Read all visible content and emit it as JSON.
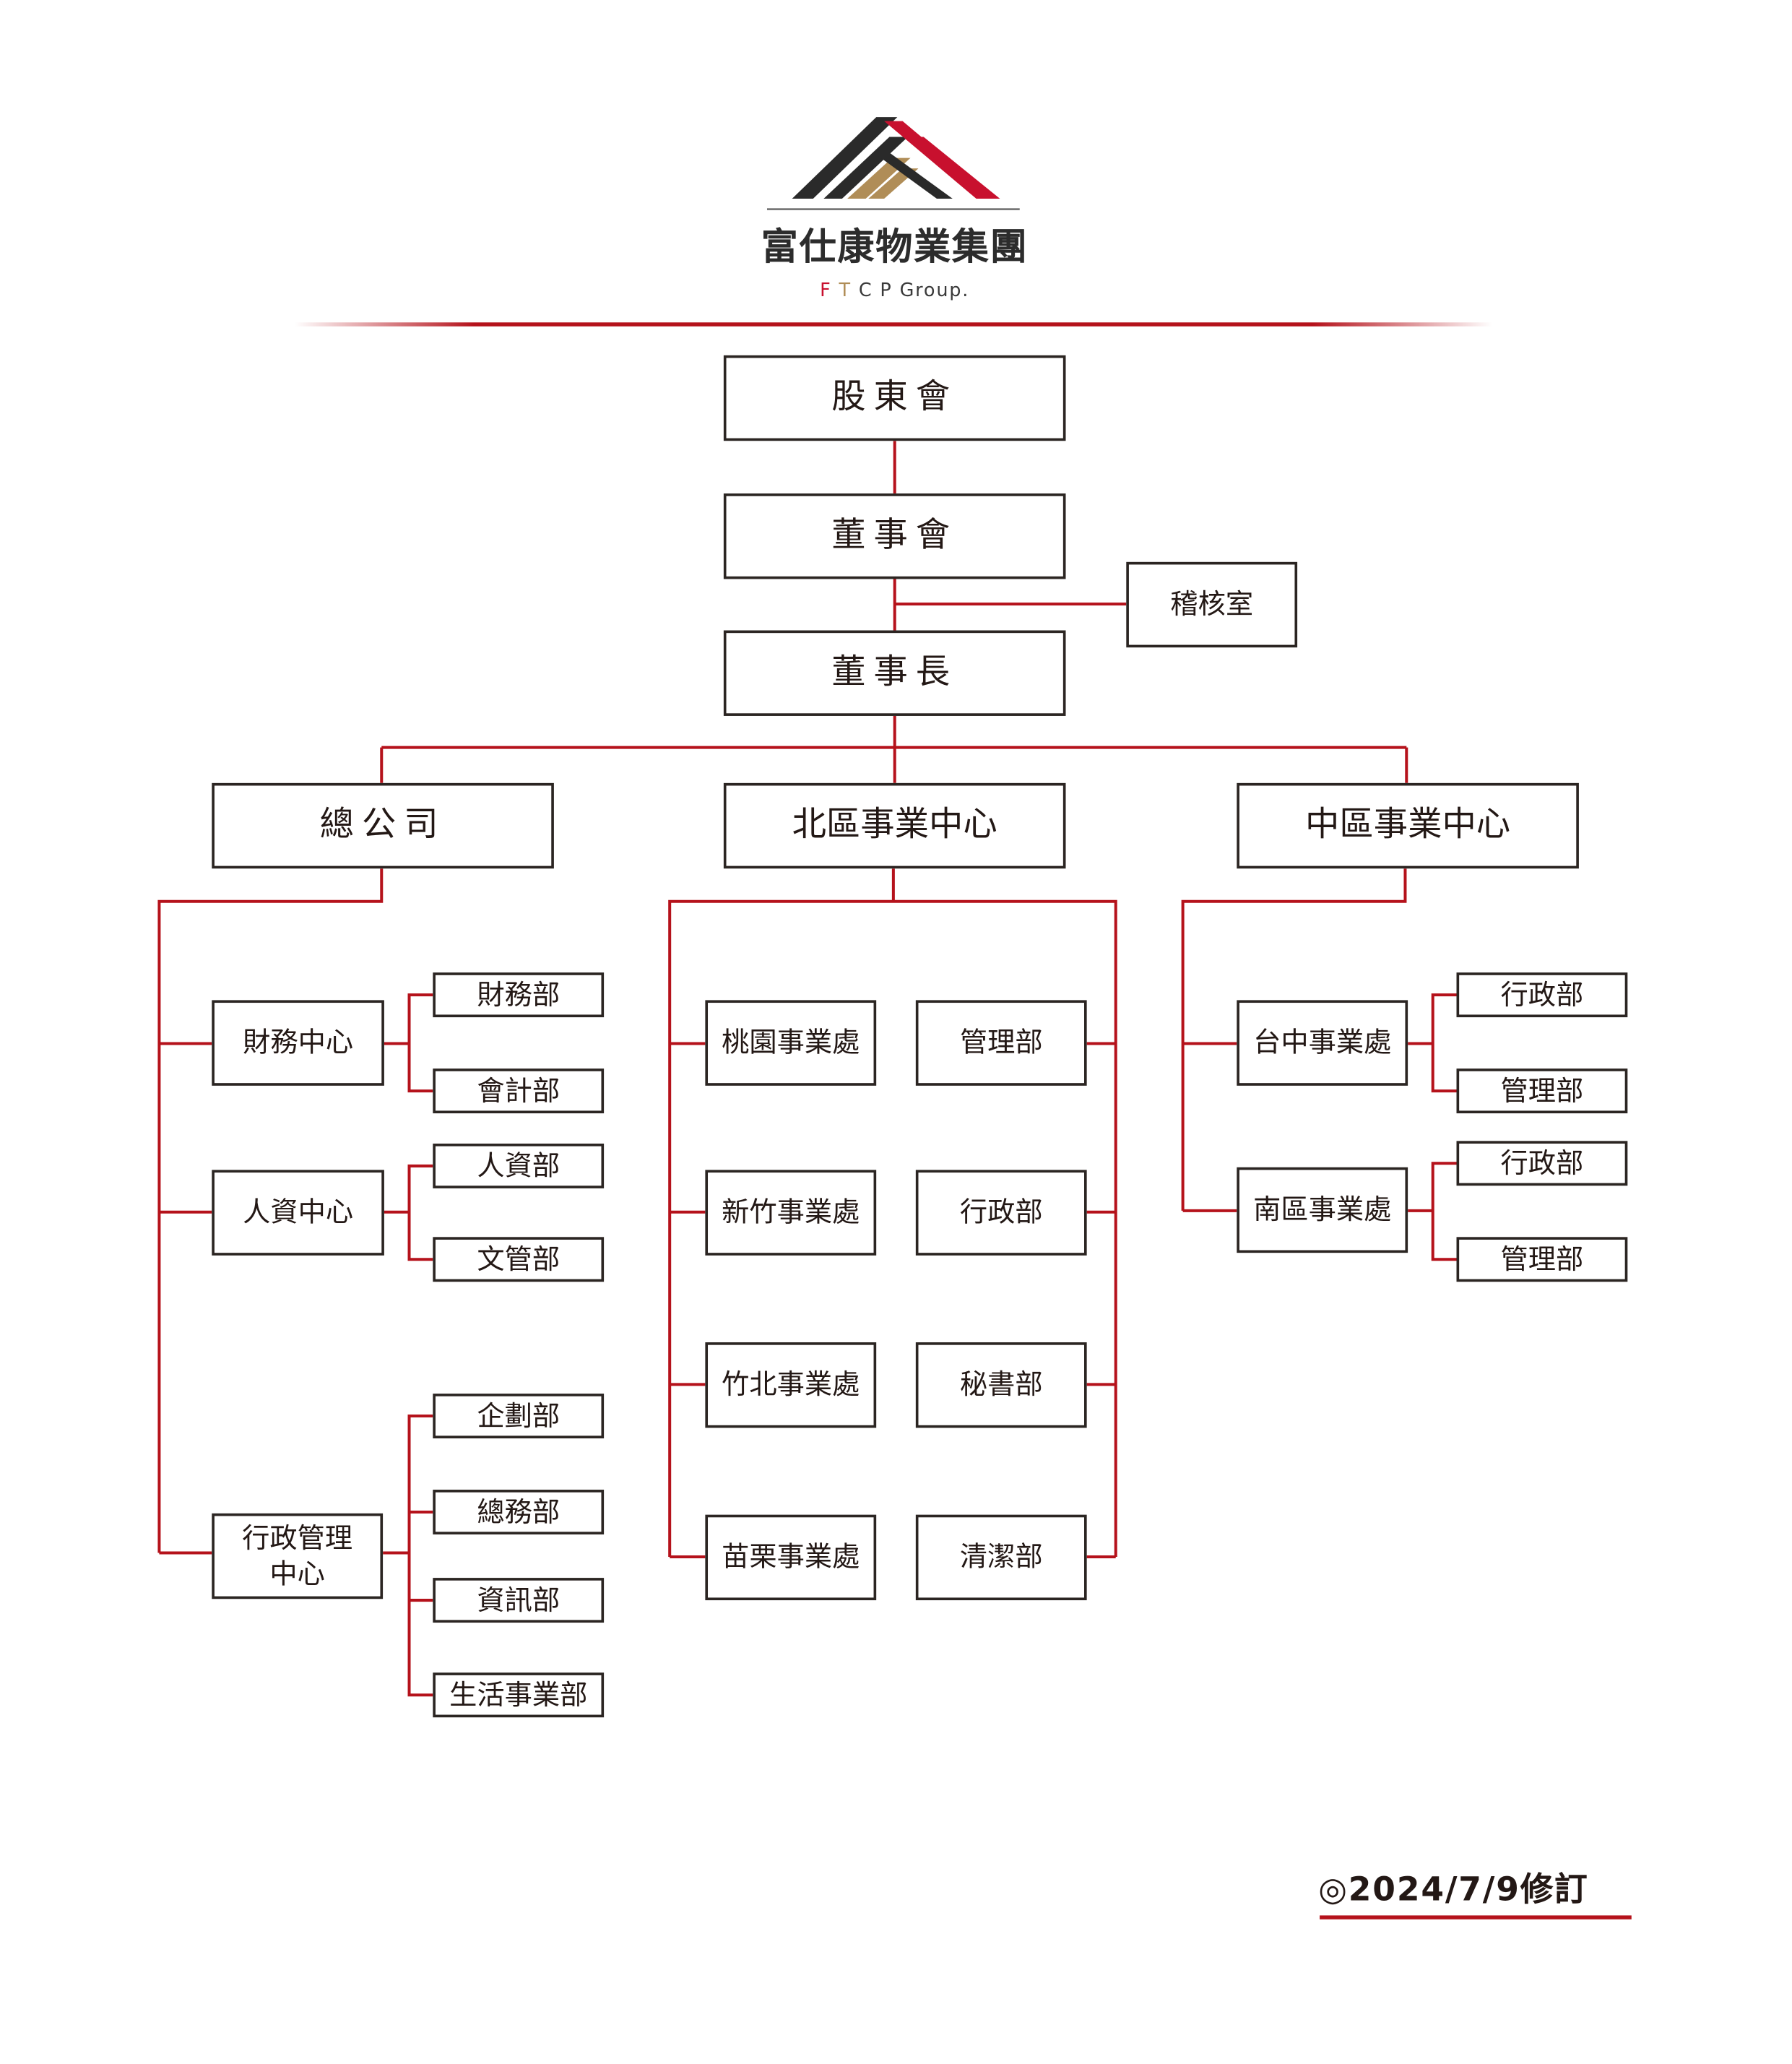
{
  "colors": {
    "accent": "#b5121b",
    "gold": "#b08d57",
    "dark": "#231815"
  },
  "brand": {
    "name": "富仕康物業集團",
    "en_f": "F",
    "en_t": "T",
    "en_rest": "C P  Group."
  },
  "top": {
    "shareholders": "股東會",
    "board": "董事會",
    "audit": "稽核室",
    "chairman": "董事長"
  },
  "divisions": {
    "hq": "總公司",
    "north": "北區事業中心",
    "central": "中區事業中心"
  },
  "hq": {
    "finance_center": "財務中心",
    "finance_dept": "財務部",
    "accounting_dept": "會計部",
    "hr_center": "人資中心",
    "hr_dept": "人資部",
    "docs_dept": "文管部",
    "admin_center": "行政管理\n中心",
    "planning_dept": "企劃部",
    "general_affairs_dept": "總務部",
    "it_dept": "資訊部",
    "life_business_dept": "生活事業部"
  },
  "north": {
    "taoyuan": "桃園事業處",
    "hsinchu": "新竹事業處",
    "zhubei": "竹北事業處",
    "miaoli": "苗栗事業處",
    "management": "管理部",
    "admin": "行政部",
    "secretariat": "秘書部",
    "cleaning": "清潔部"
  },
  "central": {
    "taichung": "台中事業處",
    "taichung_admin": "行政部",
    "taichung_management": "管理部",
    "south": "南區事業處",
    "south_admin": "行政部",
    "south_management": "管理部"
  },
  "revision": "◎2024/7/9修訂"
}
